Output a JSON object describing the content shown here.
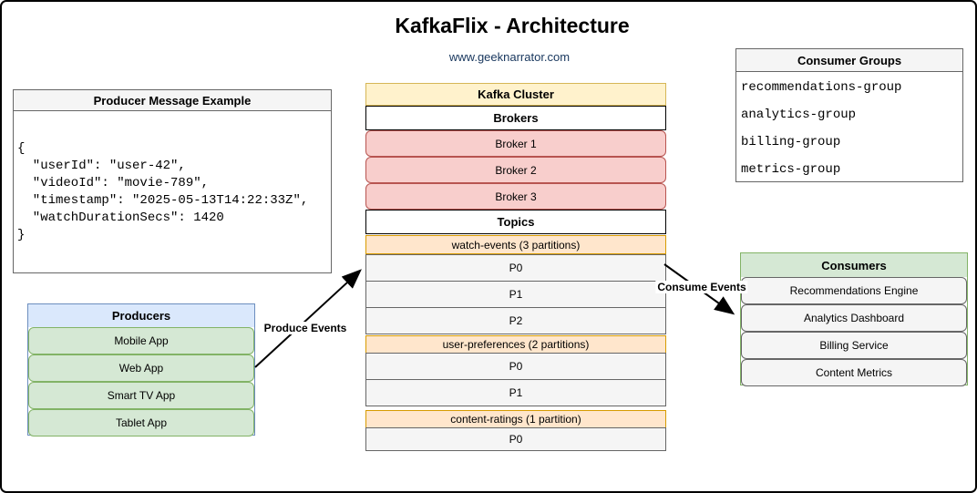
{
  "title": "KafkaFlix - Architecture",
  "subtitle": "www.geeknarrator.com",
  "producer_message": {
    "title": "Producer Message Example",
    "lines": [
      "{",
      "  \"userId\": \"user-42\",",
      "  \"videoId\": \"movie-789\",",
      "  \"timestamp\": \"2025-05-13T14:22:33Z\",",
      "  \"watchDurationSecs\": 1420",
      "}"
    ]
  },
  "producers": {
    "title": "Producers",
    "items": [
      "Mobile App",
      "Web App",
      "Smart TV App",
      "Tablet App"
    ]
  },
  "kafka_cluster": {
    "title": "Kafka Cluster",
    "brokers_label": "Brokers",
    "brokers": [
      "Broker 1",
      "Broker 2",
      "Broker 3"
    ],
    "topics_label": "Topics",
    "topics": [
      {
        "name": "watch-events (3 partitions)",
        "partitions": [
          "P0",
          "P1",
          "P2"
        ]
      },
      {
        "name": "user-preferences (2 partitions)",
        "partitions": [
          "P0",
          "P1"
        ]
      },
      {
        "name": "content-ratings (1 partition)",
        "partitions": [
          "P0"
        ]
      }
    ]
  },
  "consumer_groups": {
    "title": "Consumer Groups",
    "items": [
      "recommendations-group",
      "analytics-group",
      "billing-group",
      "metrics-group"
    ]
  },
  "consumers": {
    "title": "Consumers",
    "items": [
      "Recommendations Engine",
      "Analytics Dashboard",
      "Billing Service",
      "Content Metrics"
    ]
  },
  "arrows": {
    "produce_label": "Produce Events",
    "consume_label": "Consume Events"
  },
  "colors": {
    "producers_header_bg": "#dae8fc",
    "producers_header_border": "#6c8ebf",
    "producer_item_bg": "#d5e8d4",
    "producer_item_border": "#82b366",
    "kafka_header_bg": "#fff2cc",
    "kafka_header_border": "#d6b656",
    "broker_bg": "#f8cecc",
    "broker_border": "#b85450",
    "topic_header_bg": "#ffe6cc",
    "topic_header_border": "#d79b00",
    "partition_bg": "#f5f5f5",
    "partition_border": "#666666",
    "consumers_header_bg": "#d5e8d4",
    "consumers_header_border": "#82b366",
    "gray_header_bg": "#f5f5f5",
    "gray_border": "#666666",
    "subtitle_color": "#17365d",
    "arrow_color": "#000000"
  }
}
